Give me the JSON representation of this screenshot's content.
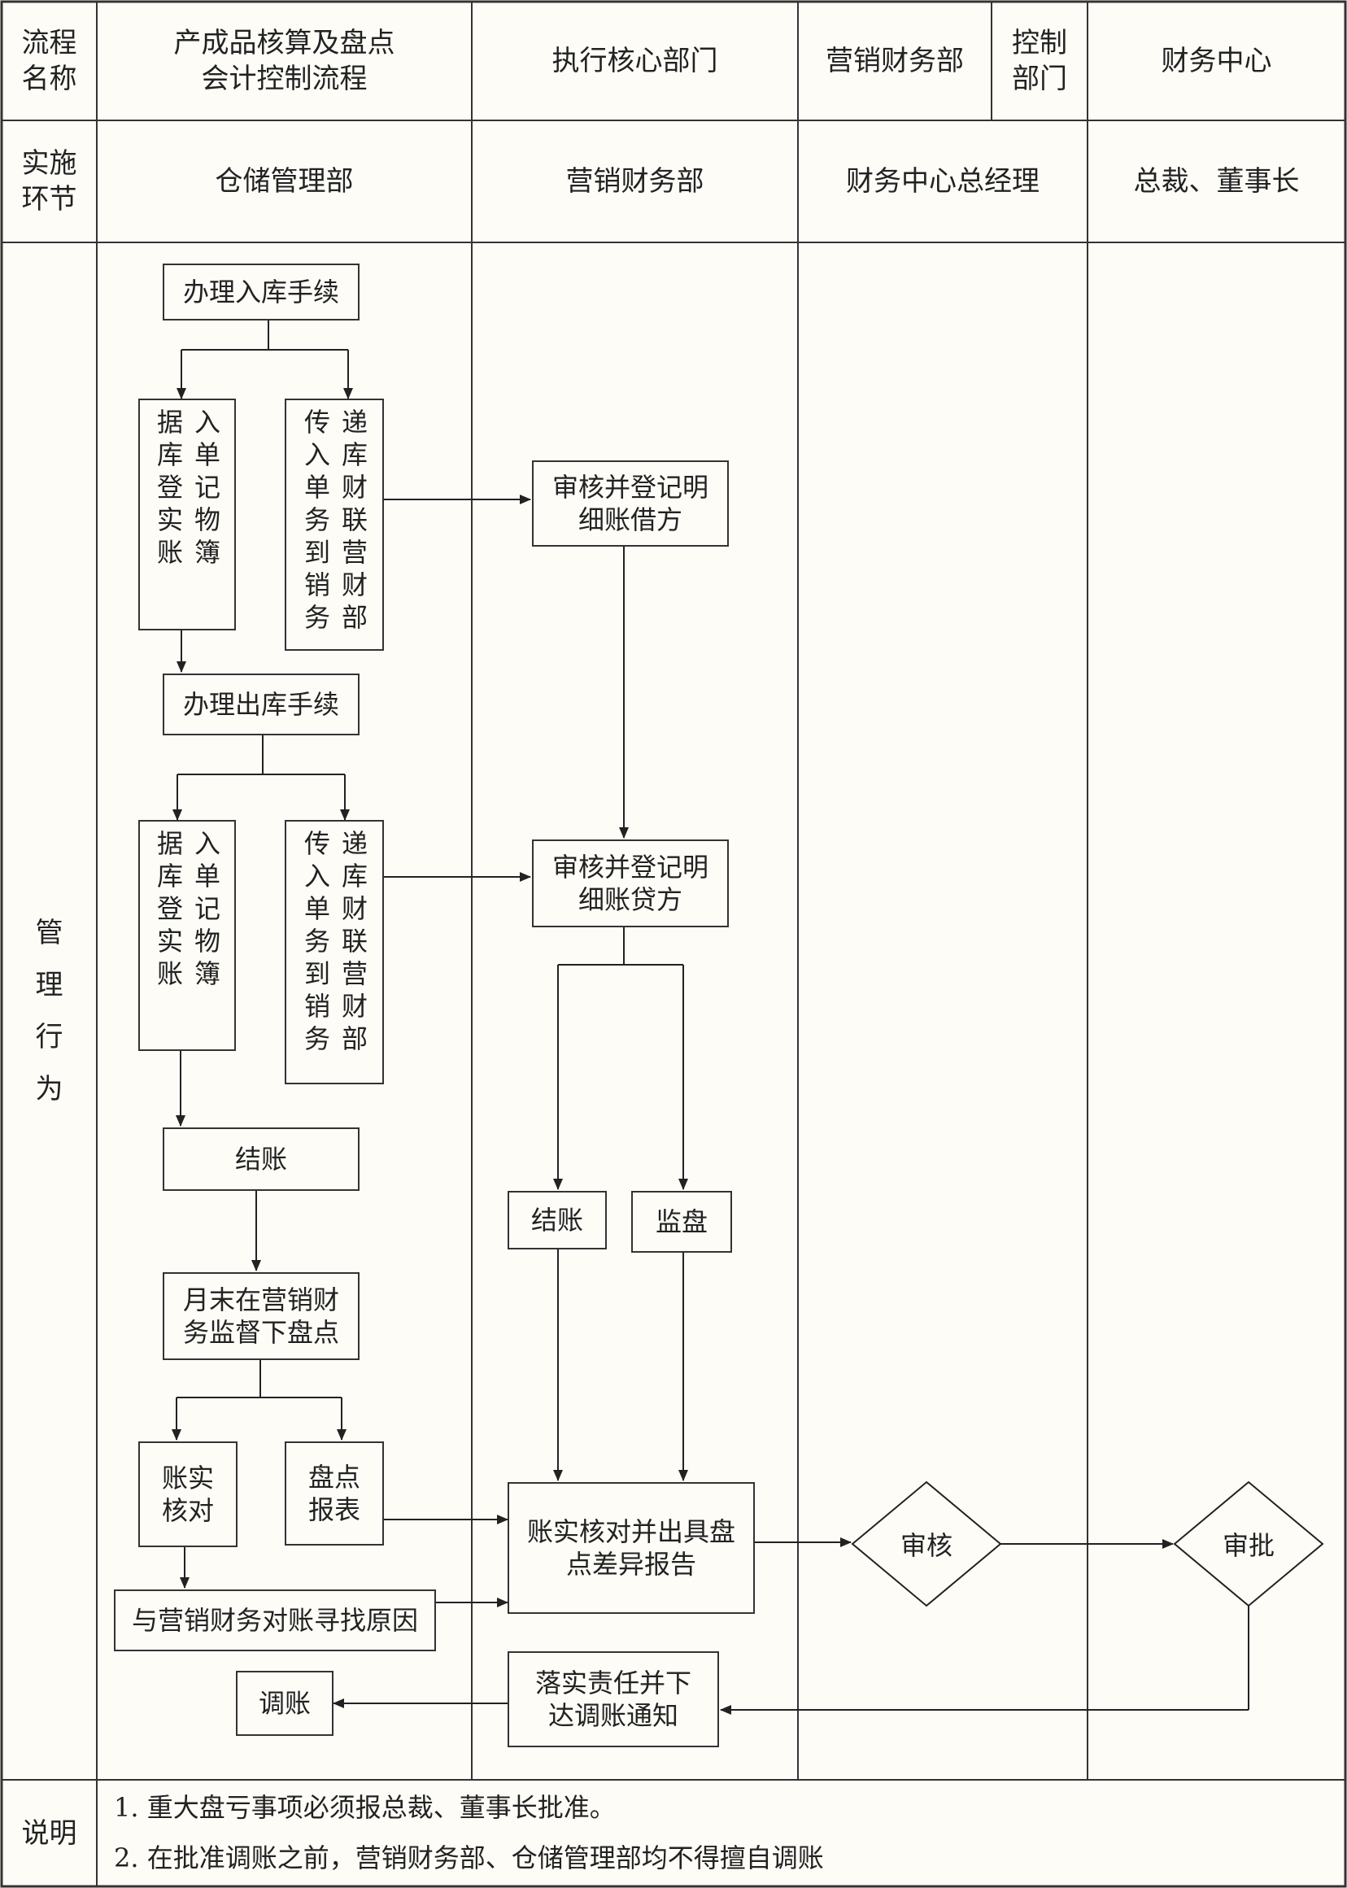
{
  "header": {
    "row1": {
      "process_name_label": "流程\n名称",
      "process_name": "产成品核算及盘点\n会计控制流程",
      "exec_dept_label": "执行核心部门",
      "exec_dept": "营销财务部",
      "control_dept_label": "控制\n部门",
      "control_dept": "财务中心"
    },
    "row2": {
      "stage_label": "实施\n环节",
      "lanes": [
        "仓储管理部",
        "营销财务部",
        "财务中心总经理",
        "总裁、董事长"
      ]
    }
  },
  "body_label": "管\n理\n行\n为",
  "flow": {
    "inbound": "办理入库手续",
    "inbound_register_cols": [
      "入单记物簿",
      "据库登实账"
    ],
    "inbound_transfer_cols": [
      "递库财联营财部",
      "传入单务到销务"
    ],
    "audit_debit": "审核并登记明\n细账借方",
    "outbound": "办理出库手续",
    "outbound_register_cols": [
      "入单记物簿",
      "据库登实账"
    ],
    "outbound_transfer_cols": [
      "递库财联营财部",
      "传入单务到销务"
    ],
    "audit_credit": "审核并登记明\n细账贷方",
    "close_warehouse": "结账",
    "close_finance": "结账",
    "supervise": "监盘",
    "month_end_count": "月末在营销财\n务监督下盘点",
    "reconcile": "账实\n核对",
    "count_report": "盘点\n报表",
    "reconcile_report": "账实核对并出具盘\n点差异报告",
    "review": "审核",
    "approve": "审批",
    "find_cause": "与营销财务对账寻找原因",
    "adjust": "调账",
    "assign_notice": "落实责任并下\n达调账通知"
  },
  "notes_label": "说明",
  "notes": [
    "1.  重大盘亏事项必须报总裁、董事长批准。",
    "2.  在批准调账之前，营销财务部、仓储管理部均不得擅自调账"
  ]
}
